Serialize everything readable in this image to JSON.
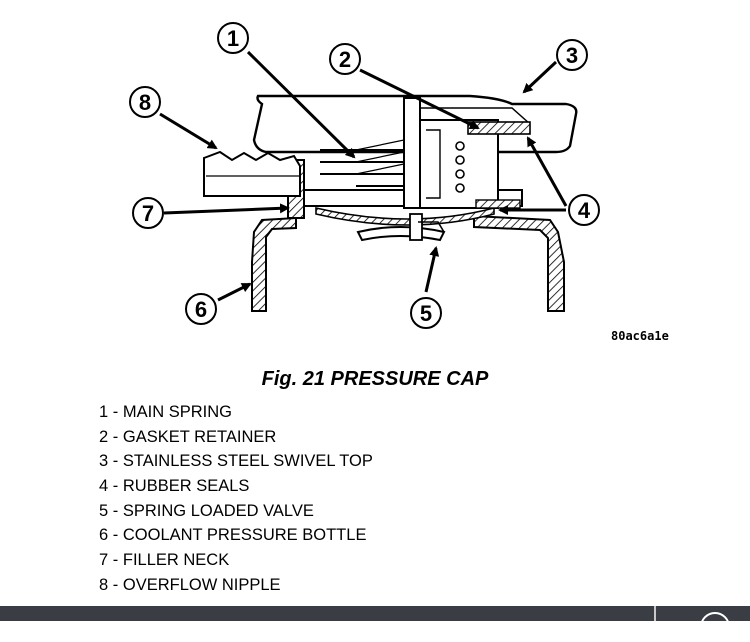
{
  "figure": {
    "code": "80ac6a1e",
    "caption": "Fig. 21 PRESSURE CAP",
    "callouts": [
      "1",
      "2",
      "3",
      "4",
      "5",
      "6",
      "7",
      "8"
    ]
  },
  "legend": [
    {
      "num": "1",
      "sep": " - ",
      "label": "MAIN SPRING"
    },
    {
      "num": "2",
      "sep": " - ",
      "label": "GASKET RETAINER"
    },
    {
      "num": "3",
      "sep": " - ",
      "label": "STAINLESS STEEL SWIVEL TOP"
    },
    {
      "num": "4",
      "sep": " - ",
      "label": "RUBBER SEALS"
    },
    {
      "num": "5",
      "sep": " - ",
      "label": "SPRING LOADED VALVE"
    },
    {
      "num": "6",
      "sep": " - ",
      "label": "COOLANT PRESSURE BOTTLE"
    },
    {
      "num": "7",
      "sep": " - ",
      "label": "FILLER NECK"
    },
    {
      "num": "8",
      "sep": " - ",
      "label": "OVERFLOW NIPPLE"
    }
  ]
}
